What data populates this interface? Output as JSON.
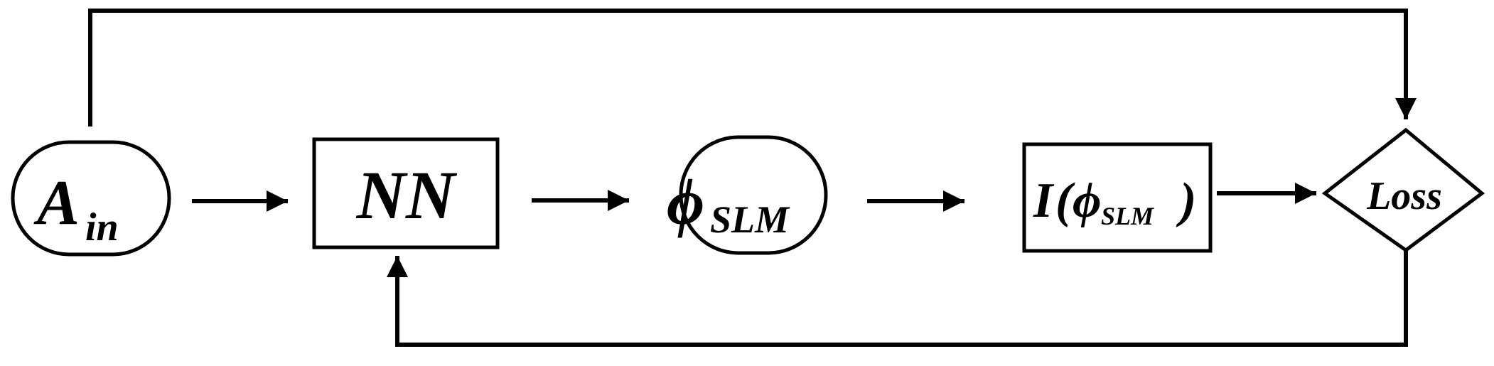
{
  "diagram": {
    "nodes": {
      "a_in": {
        "main": "A",
        "sub": "in"
      },
      "nn": {
        "label": "NN"
      },
      "phi": {
        "main": "ϕ",
        "sub": "SLM"
      },
      "intensity": {
        "prefix": "I",
        "open": "(",
        "main": "ϕ",
        "sub": "SLM",
        "close": ")"
      },
      "loss": {
        "label": "Loss"
      }
    },
    "edges": [
      {
        "from": "a_in",
        "to": "nn"
      },
      {
        "from": "nn",
        "to": "phi"
      },
      {
        "from": "phi",
        "to": "intensity"
      },
      {
        "from": "intensity",
        "to": "loss"
      },
      {
        "from": "a_in",
        "to": "loss",
        "route": "top"
      },
      {
        "from": "loss",
        "to": "nn",
        "route": "bottom"
      }
    ],
    "colors": {
      "stroke": "#000000",
      "background": "#ffffff"
    }
  }
}
